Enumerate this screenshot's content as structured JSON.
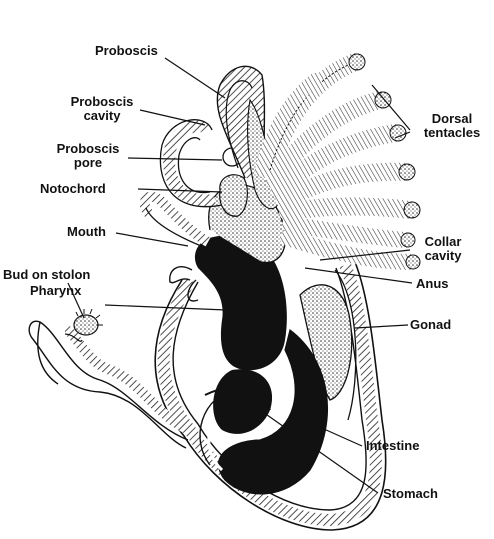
{
  "labels": {
    "proboscis": "Proboscis",
    "proboscis_cavity_1": "Proboscis",
    "proboscis_cavity_2": "cavity",
    "proboscis_pore_1": "Proboscis",
    "proboscis_pore_2": "pore",
    "notochord": "Notochord",
    "mouth": "Mouth",
    "bud_on_stolon": "Bud on stolon",
    "pharynx": "Pharynx",
    "dorsal_tentacles_1": "Dorsal",
    "dorsal_tentacles_2": "tentacles",
    "collar_cavity_1": "Collar",
    "collar_cavity_2": "cavity",
    "anus": "Anus",
    "gonad": "Gonad",
    "intestine": "Intestine",
    "stomach": "Stomach"
  },
  "colors": {
    "ink": "#111111",
    "stipple": "#9a9a9a",
    "paper": "#ffffff"
  }
}
